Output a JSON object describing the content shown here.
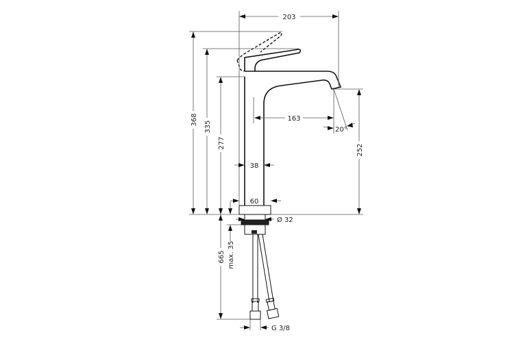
{
  "drawing": {
    "title": "Basin mixer technical dimension drawing",
    "units": "mm",
    "dimensions": {
      "total_reach": "203",
      "spout_reach": "163",
      "spout_angle": "20°",
      "total_height_lever_open": "368",
      "height_to_lever_top": "335",
      "height_to_spout": "277",
      "spout_outlet_height": "252",
      "body_width": "38",
      "base_width": "60",
      "shank_diameter": "Ø 32",
      "max_counter_thickness": "max. 35",
      "hose_length": "665",
      "connection_thread": "G 3/8"
    }
  }
}
